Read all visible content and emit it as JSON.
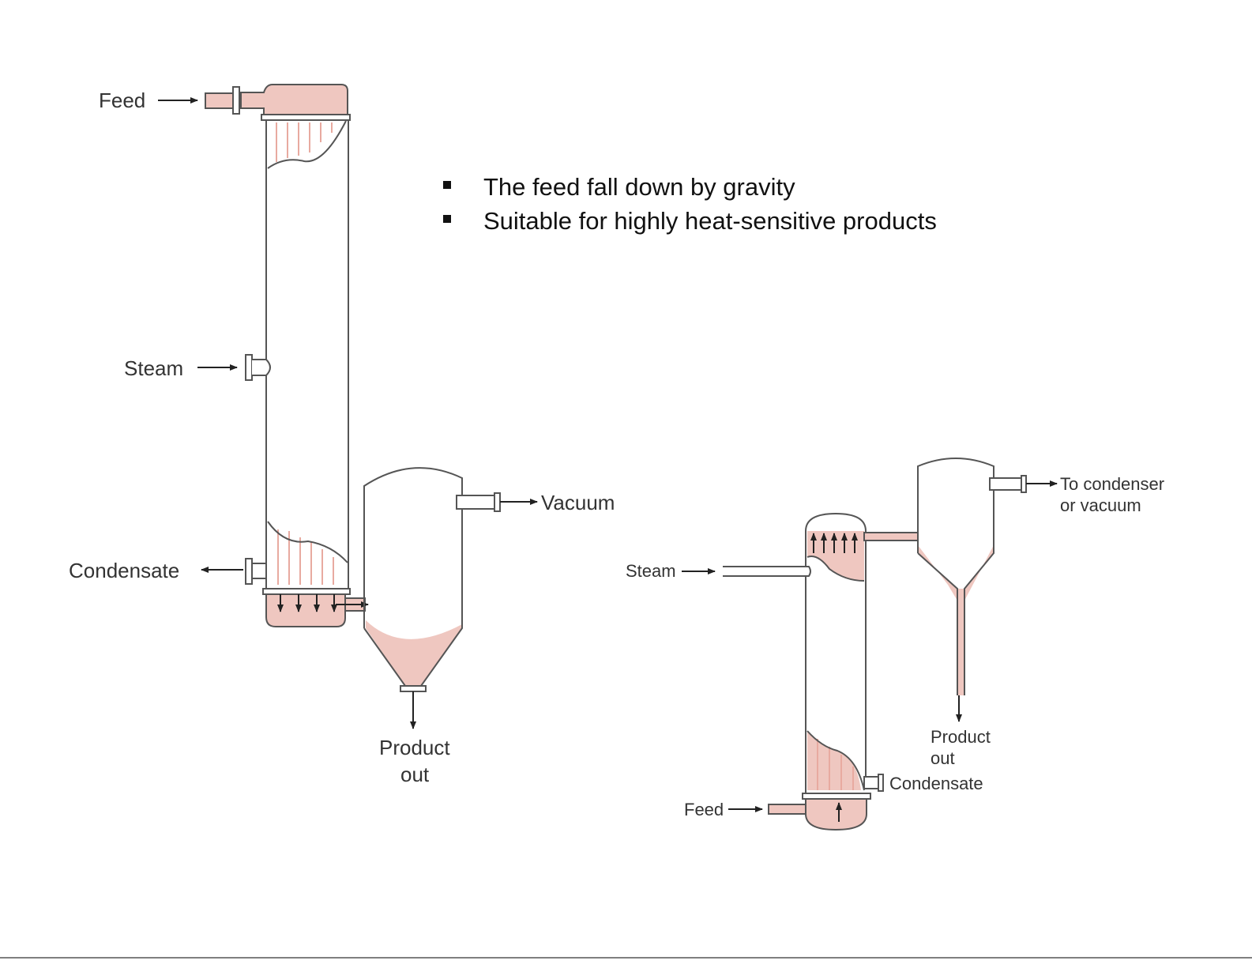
{
  "bullets": [
    "The feed fall down by gravity",
    "Suitable for highly heat-sensitive products"
  ],
  "falling_film": {
    "feed": "Feed",
    "steam": "Steam",
    "condensate": "Condensate",
    "vacuum": "Vacuum",
    "product_line1": "Product",
    "product_line2": "out"
  },
  "rising_film": {
    "steam": "Steam",
    "feed": "Feed",
    "condensate": "Condensate",
    "product_line1": "Product",
    "product_line2": "out",
    "condenser_line1": "To condenser",
    "condenser_line2": "or vacuum"
  },
  "colors": {
    "liquid": "#efc7c0",
    "outline": "#555555"
  }
}
